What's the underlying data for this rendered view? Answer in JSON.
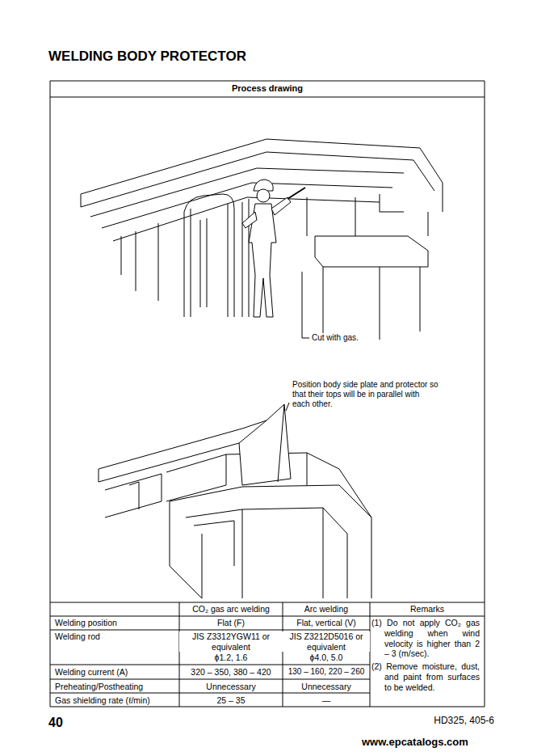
{
  "diagram": {
    "title": "WELDING BODY PROTECTOR",
    "labels": [
      "Process drawing",
      "Cut with gas.",
      "Position body side plate and protector so that their tops will be in parallel with each other.",
      "CO₂ gas arc welding",
      "Arc welding",
      "Remarks",
      "Welding position",
      "Flat (F)",
      "Flat, vertical (V)",
      "(1) Do not apply CO₂ gas welding when wind velocity is higher than 2 – 3 (m/sec).",
      "(2) Remove moisture, dust, and paint from surfaces to be welded.",
      "Welding rod",
      "JIS Z3312YGW11 or equivalent",
      "ϕ1.2, 1.6",
      "JIS Z3212D5016 or equivalent",
      "ϕ4.0, 5.0",
      "Welding current (A)",
      "320 – 350, 380 – 420",
      "130 – 160, 220 – 260",
      "Preheating/Postheating",
      "Unnecessary",
      "Unnecessary",
      "Gas shielding rate (ℓ/min)",
      "25 – 35",
      "—",
      "40",
      "HD325, 405-6",
      "www.epcatalogs.com"
    ]
  }
}
